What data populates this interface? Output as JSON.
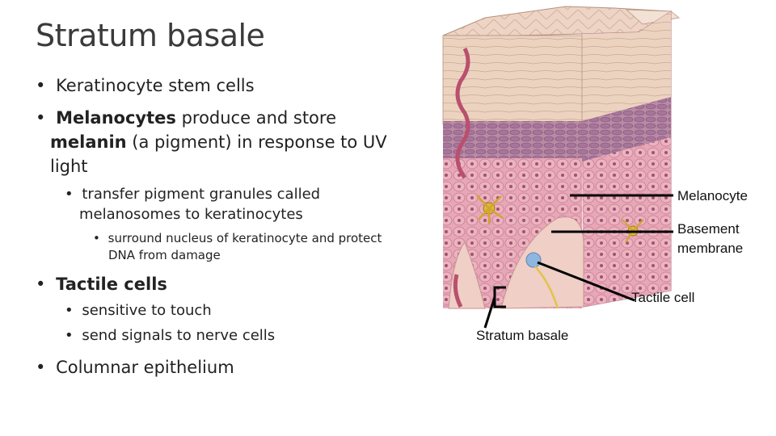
{
  "slide": {
    "title": "Stratum basale",
    "bullets": {
      "b1": "Keratinocyte stem cells",
      "b2_bold1": "Melanocytes",
      "b2_rest1": " produce and store",
      "b2_bold2": "melanin",
      "b2_rest2": " (a pigment) in response to UV",
      "b2_line3": "light",
      "b3_line1": "transfer pigment granules called",
      "b3_line2": "melanosomes to keratinocytes",
      "b4_line1": "surround nucleus of keratinocyte and protect",
      "b4_line2": "DNA from damage",
      "b5": "Tactile cells",
      "b6": "sensitive to touch",
      "b7": "send signals to nerve cells",
      "b8": "Columnar epithelium"
    },
    "bullet_glyph": "•"
  },
  "diagram": {
    "labels": {
      "melanocyte": "Melanocyte",
      "basement_1": "Basement",
      "basement_2": "membrane",
      "tactile": "Tactile cell",
      "stratum": "Stratum basale"
    },
    "colors": {
      "top_layer": "#e8c9b3",
      "mid_layer": "#b57f9a",
      "spinosum": "#e3a9b8",
      "dermis": "#edc4c0",
      "line": "#000000",
      "tactile_cell": "#8fb6e0",
      "melanocyte_cell": "#e2b63a"
    }
  }
}
